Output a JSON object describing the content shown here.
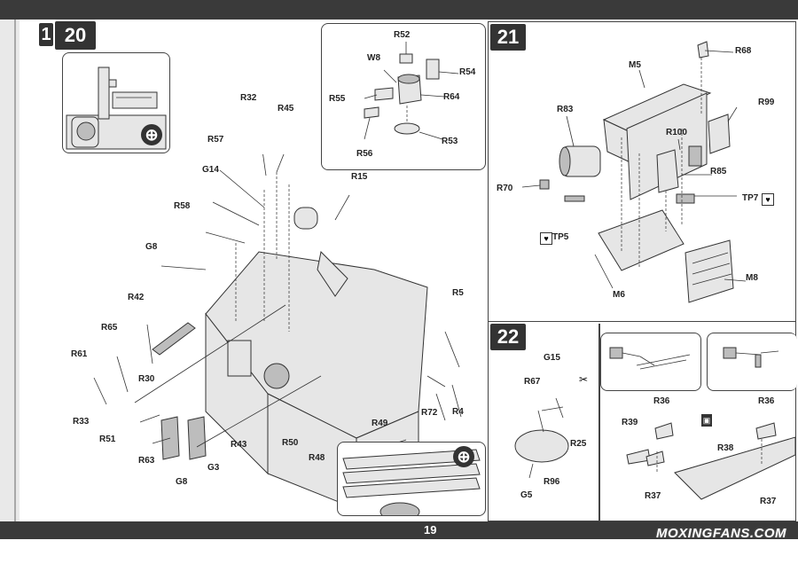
{
  "page": {
    "number": "19",
    "watermark": "MOXINGFANS.COM",
    "corner_digit": "1"
  },
  "step20": {
    "number": "20",
    "labels": [
      "R52",
      "W8",
      "R54",
      "R55",
      "R64",
      "R56",
      "R53",
      "R15",
      "R32",
      "R45",
      "R57",
      "G14",
      "R58",
      "G8",
      "R42",
      "R65",
      "R61",
      "R30",
      "R33",
      "R51",
      "R63",
      "G3",
      "R43",
      "G8",
      "R50",
      "R48",
      "R49",
      "R72",
      "R4",
      "R5"
    ]
  },
  "step21": {
    "number": "21",
    "labels": [
      "R68",
      "M5",
      "R83",
      "R99",
      "R100",
      "R85",
      "R70",
      "TP7",
      "TP5",
      "M6",
      "M8"
    ]
  },
  "step22": {
    "number": "22",
    "labels": [
      "G15",
      "R67",
      "R25",
      "R96",
      "G5",
      "R36",
      "R39",
      "R37",
      "R36",
      "R38",
      "R37"
    ]
  },
  "icons": [
    "magnify-plus-icon",
    "cut-sprue-icon",
    "reference-step-icon",
    "tweezers-icon"
  ]
}
